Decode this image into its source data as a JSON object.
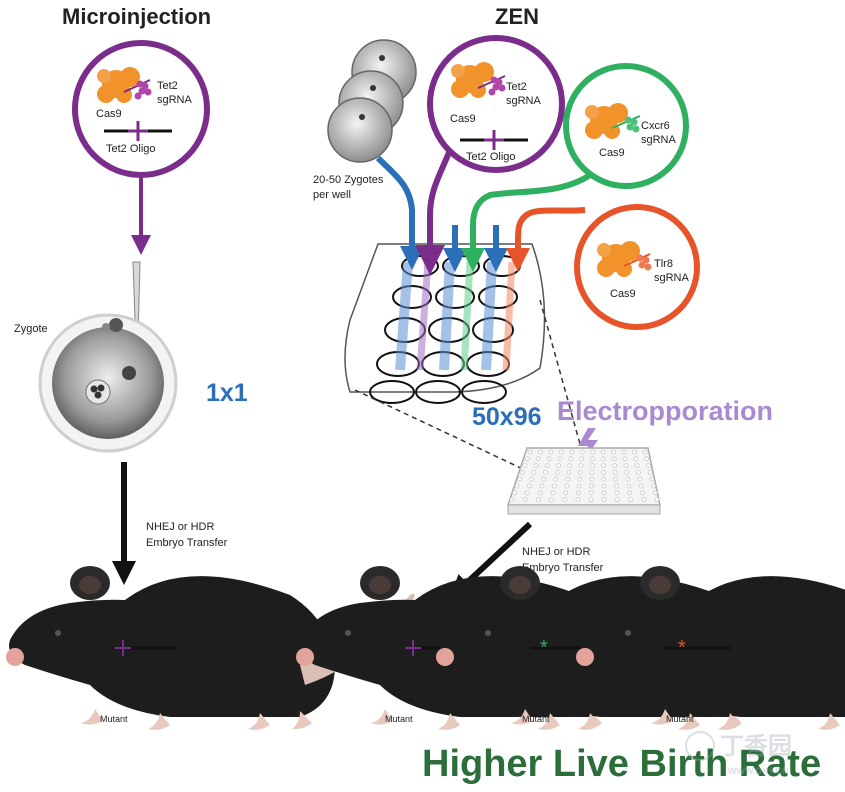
{
  "titles": {
    "left": "Microinjection",
    "right": "ZEN"
  },
  "left_panel": {
    "cas9_label": "Cas9",
    "sgrna_gene": "Tet2",
    "sgrna_label": "sgRNA",
    "oligo_label": "Tet2 Oligo",
    "zygote_label": "Zygote",
    "scale_label": "1x1",
    "transfer_line1": "NHEJ or HDR",
    "transfer_line2": "Embryo Transfer",
    "mutant_label": "Mutant"
  },
  "right_panel": {
    "zygotes_line1": "20-50 Zygotes",
    "zygotes_line2": "per well",
    "circle_tet2": {
      "gene": "Tet2",
      "sgrna": "sgRNA",
      "cas9": "Cas9",
      "oligo": "Tet2 Oligo"
    },
    "circle_cxcr6": {
      "gene": "Cxcr6",
      "sgrna": "sgRNA",
      "cas9": "Cas9"
    },
    "circle_tlr8": {
      "gene": "Tlr8",
      "sgrna": "sgRNA",
      "cas9": "Cas9"
    },
    "scale_label": "50x96",
    "electroporation_label": "Electropporation",
    "transfer_line1": "NHEJ or HDR",
    "transfer_line2": "Embryo Transfer",
    "mutant_labels": [
      "Mutant",
      "Mutant",
      "Mutant"
    ],
    "outcome_label": "Higher Live Birth Rate"
  },
  "watermark": {
    "main": "丁香园",
    "sub": "WWW.DXY.CN"
  },
  "colors": {
    "purple": "#7b2d8b",
    "green": "#2fb061",
    "orange": "#e8542a",
    "blue": "#2a6fb8",
    "dark_green": "#2b6e3a",
    "lavender": "#a98ad1",
    "cas9": "#f2922a"
  }
}
